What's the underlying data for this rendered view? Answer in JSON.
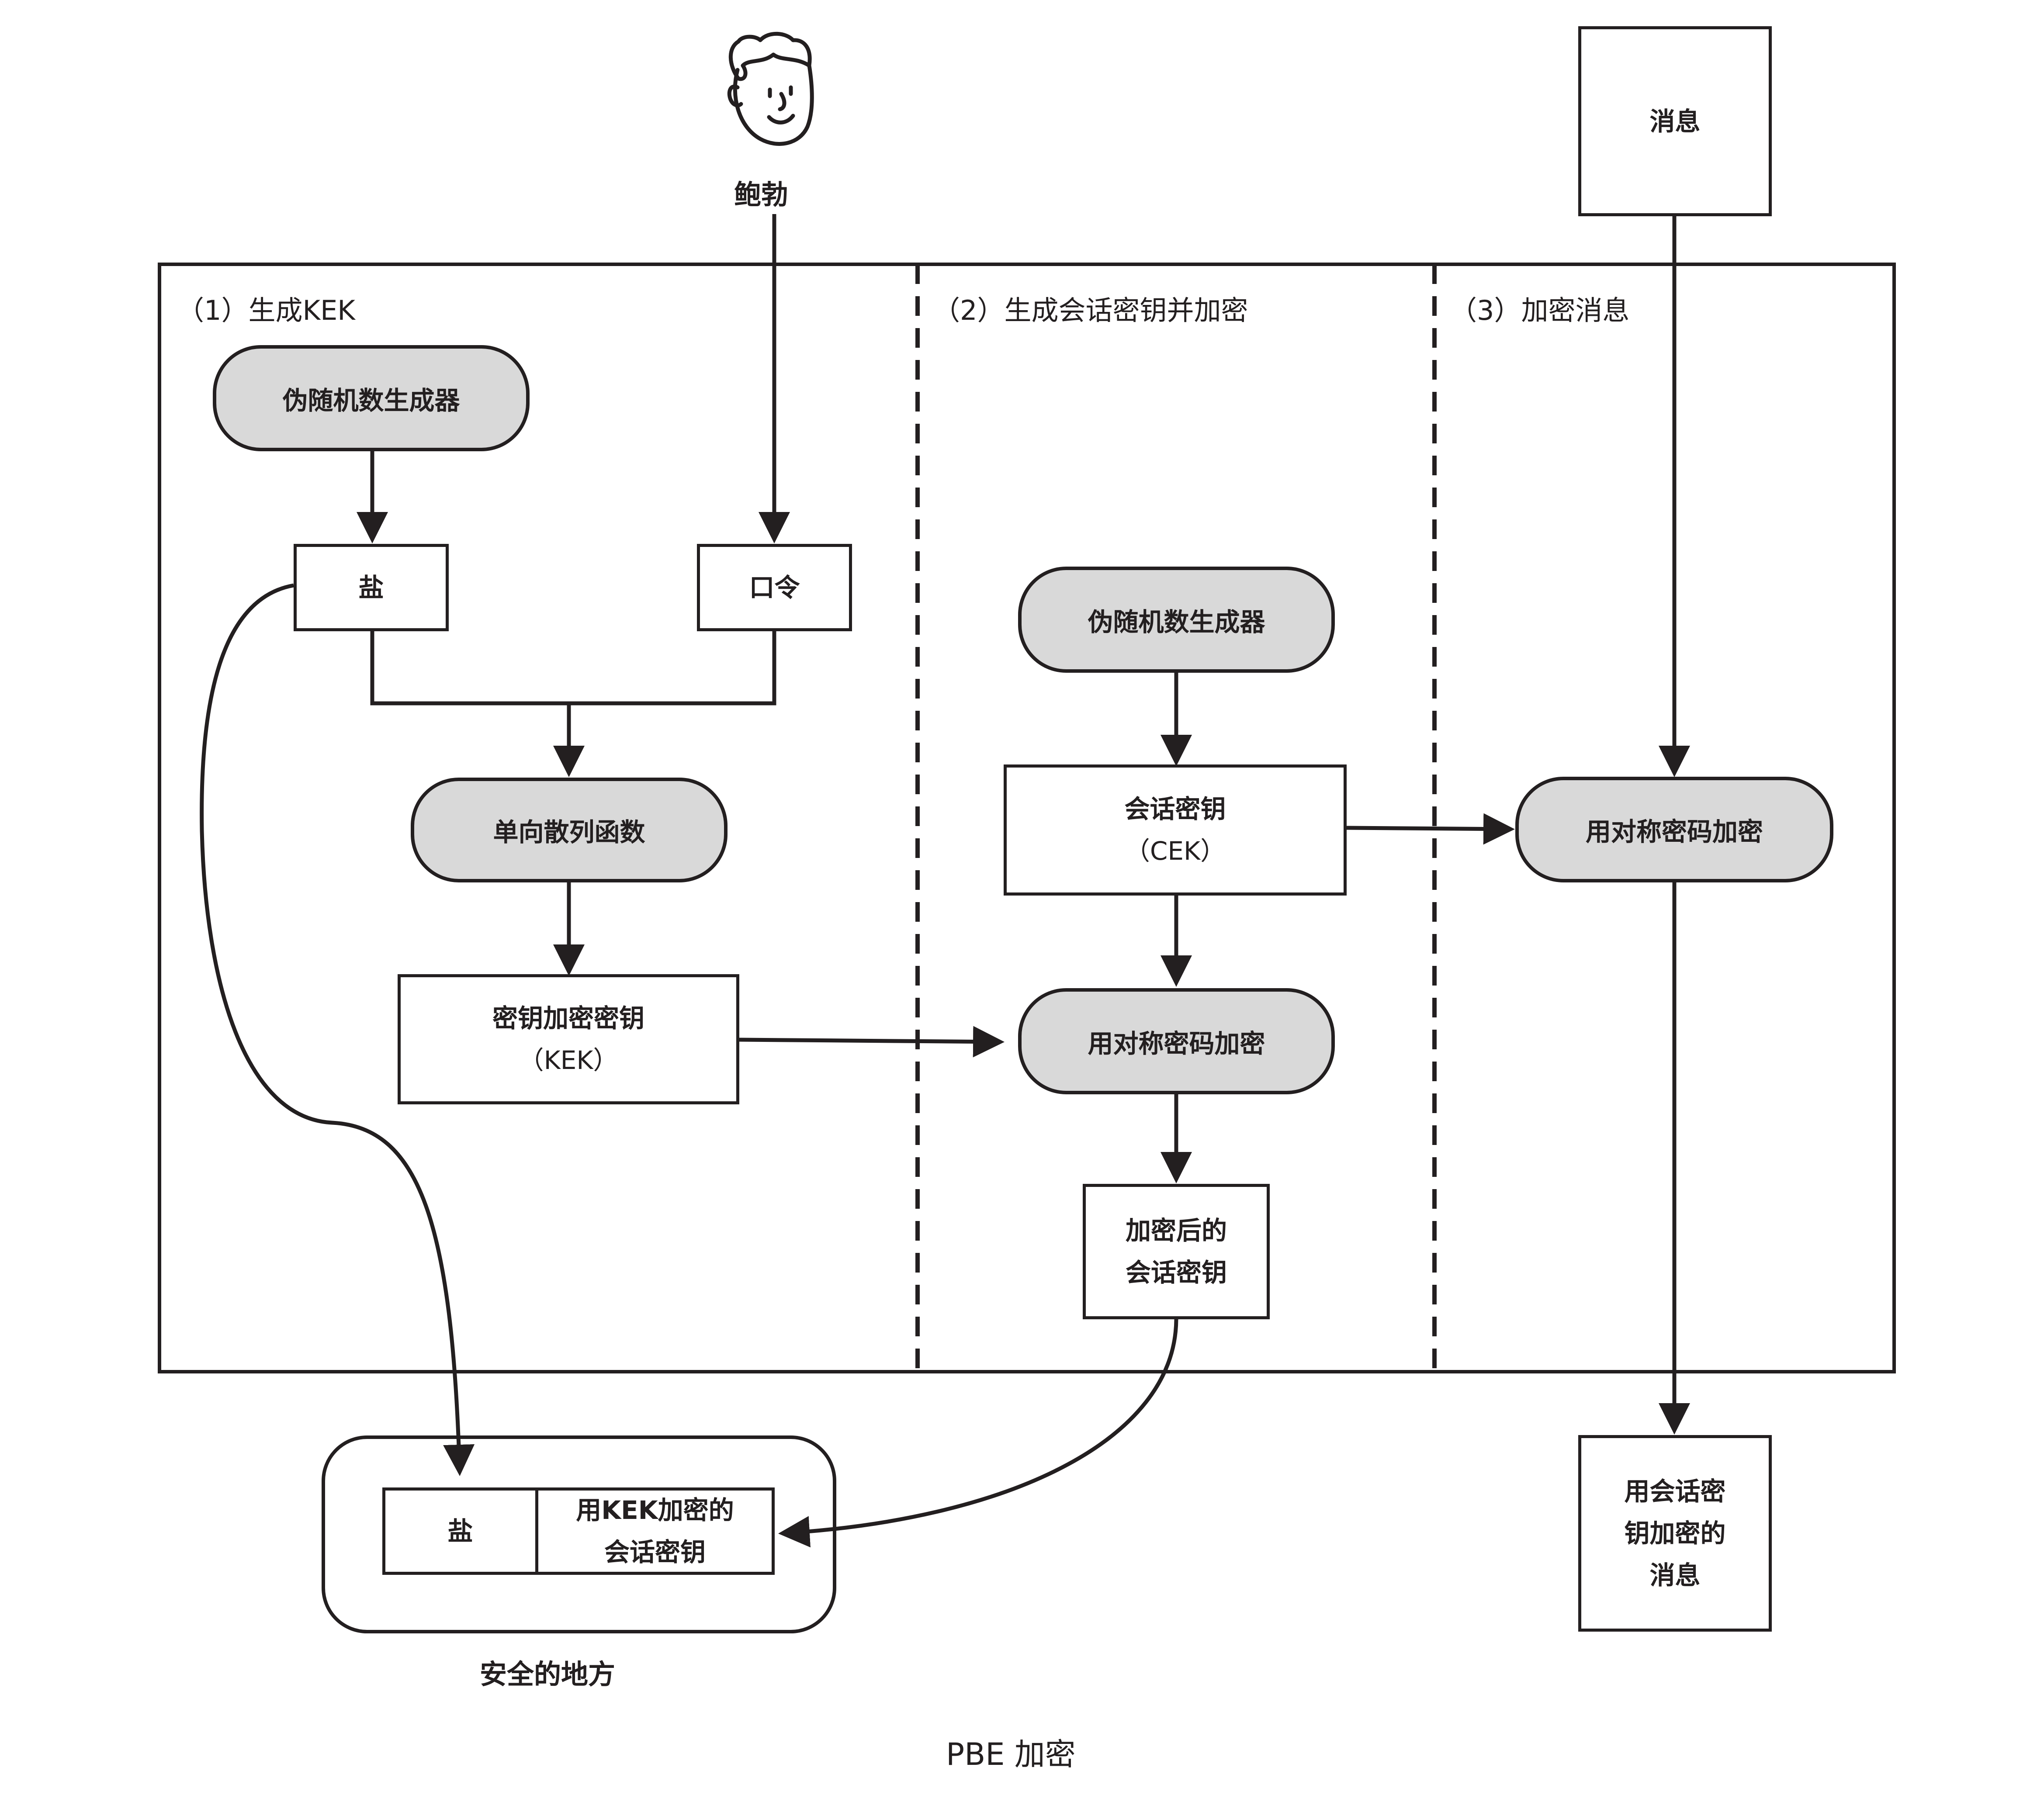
{
  "sections": {
    "s1": "（1）生成KEK",
    "s2": "（2）生成会话密钥并加密",
    "s3": "（3）加密消息"
  },
  "person": "鲍勃",
  "message": "消息",
  "s1_prng": "伪随机数生成器",
  "salt": "盐",
  "password": "口令",
  "hash": "单向散列函数",
  "kek": {
    "line1": "密钥加密密钥",
    "line2": "（KEK）"
  },
  "s2_prng": "伪随机数生成器",
  "cek": {
    "line1": "会话密钥",
    "line2": "（CEK）"
  },
  "s2_encrypt": "用对称密码加密",
  "enc_cek": {
    "line1": "加密后的",
    "line2": "会话密钥"
  },
  "s3_encrypt": "用对称密码加密",
  "enc_msg": {
    "line1": "用会话密",
    "line2": "钥加密的",
    "line3": "消息"
  },
  "store": {
    "salt": "盐",
    "enc_key_line1": "用KEK加密的",
    "enc_key_line2": "会话密钥",
    "caption": "安全的地方"
  },
  "title": "PBE 加密",
  "colors": {
    "stroke": "#231f20",
    "pill_fill": "#d9d9d9"
  }
}
